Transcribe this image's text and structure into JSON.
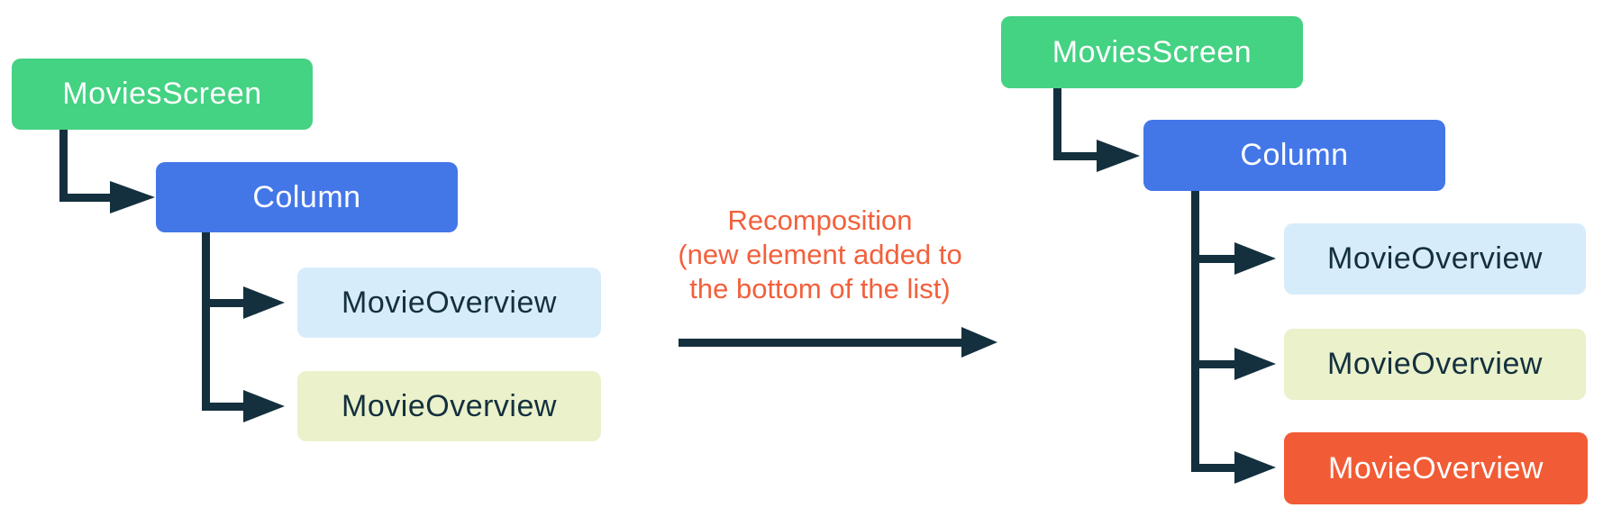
{
  "colors": {
    "node_green": "#44D283",
    "node_blue": "#4377E8",
    "node_light_blue": "#D7ECFB",
    "node_pale_green": "#EAF1CB",
    "node_orange": "#F15B35",
    "connector_dark": "#14303E",
    "annotation_orange": "#F2603C"
  },
  "before_tree": {
    "root": "MoviesScreen",
    "column": "Column",
    "children": [
      {
        "label": "MovieOverview",
        "variant": "light-blue"
      },
      {
        "label": "MovieOverview",
        "variant": "pale-green"
      }
    ]
  },
  "after_tree": {
    "root": "MoviesScreen",
    "column": "Column",
    "children": [
      {
        "label": "MovieOverview",
        "variant": "light-blue"
      },
      {
        "label": "MovieOverview",
        "variant": "pale-green"
      },
      {
        "label": "MovieOverview",
        "variant": "orange",
        "highlight": true
      }
    ]
  },
  "annotation": {
    "lines": [
      "Recomposition",
      "(new element added to",
      "the bottom of the list)"
    ]
  }
}
